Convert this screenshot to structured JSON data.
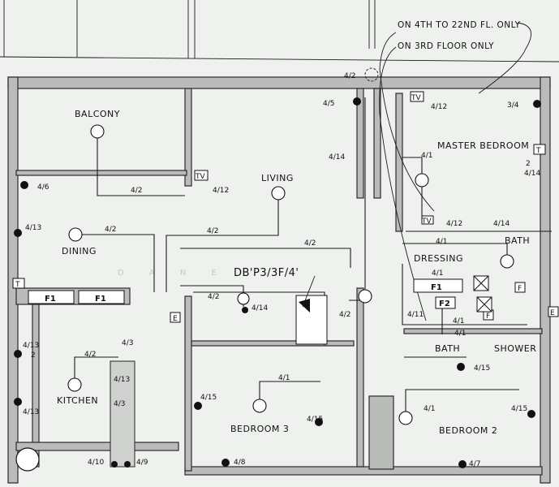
{
  "notes": {
    "line1": "ON 4TH TO 22ND FL. ONLY",
    "line2": "ON 3RD FLOOR ONLY"
  },
  "rooms": {
    "balcony": "BALCONY",
    "living": "LIVING",
    "dining": "DINING",
    "kitchen": "KITCHEN",
    "master_bedroom": "MASTER BEDROOM",
    "dressing": "DRESSING",
    "bath_upper": "BATH",
    "bath_lower": "BATH",
    "shower": "SHOWER",
    "bedroom3": "BEDROOM 3",
    "bedroom2": "BEDROOM 2"
  },
  "db_label": "DB'P3/3F/4'",
  "watermark": "D A N E",
  "boxes": {
    "f1_a": "F1",
    "f1_b": "F1",
    "f1_c": "F1",
    "f2": "F2",
    "tv_a": "TV",
    "tv_b": "TV",
    "tv_c": "TV",
    "e_a": "E",
    "e_b": "E",
    "t_a": "T",
    "t_b": "T",
    "f_a": "F",
    "f_b": "F"
  },
  "circuits": {
    "c_4_2_top": "4/2",
    "c_4_5": "4/5",
    "c_4_12_tr": "4/12",
    "c_3_4": "3/4",
    "c_4_14_a": "4/14",
    "c_4_1_mb": "4/1",
    "c_2_mb": "2",
    "c_4_14_mb": "4/14",
    "c_4_6": "4/6",
    "c_4_2_bal": "4/2",
    "c_4_12_liv": "4/12",
    "c_4_13_l": "4/13",
    "c_4_2_din": "4/2",
    "c_4_2_liv": "4/2",
    "c_4_2_db": "4/2",
    "c_4_12_wc": "4/12",
    "c_4_14_wc": "4/14",
    "c_4_1_bath": "4/1",
    "c_4_1_dr": "4/1",
    "c_4_2_mid": "4/2",
    "c_4_14_db": "4/14",
    "c_4_2_hall": "4/2",
    "c_4_11": "4/11",
    "c_4_1_f2": "4/1",
    "c_4_1_bath2": "4/1",
    "c_4_15_bath": "4/15",
    "c_4_13_k1": "4/13",
    "c_2_k": "2",
    "c_4_2_k": "4/2",
    "c_4_3_k": "4/3",
    "c_4_13_k2": "4/13",
    "c_4_3_k2": "4/3",
    "c_4_13_k3": "4/13",
    "c_4_15_b3a": "4/15",
    "c_4_1_b3": "4/1",
    "c_4_15_b3b": "4/15",
    "c_4_1_b2": "4/1",
    "c_4_15_b2": "4/15",
    "c_4_10": "4/10",
    "c_4_9": "4/9",
    "c_4_8": "4/8",
    "c_4_7": "4/7"
  }
}
